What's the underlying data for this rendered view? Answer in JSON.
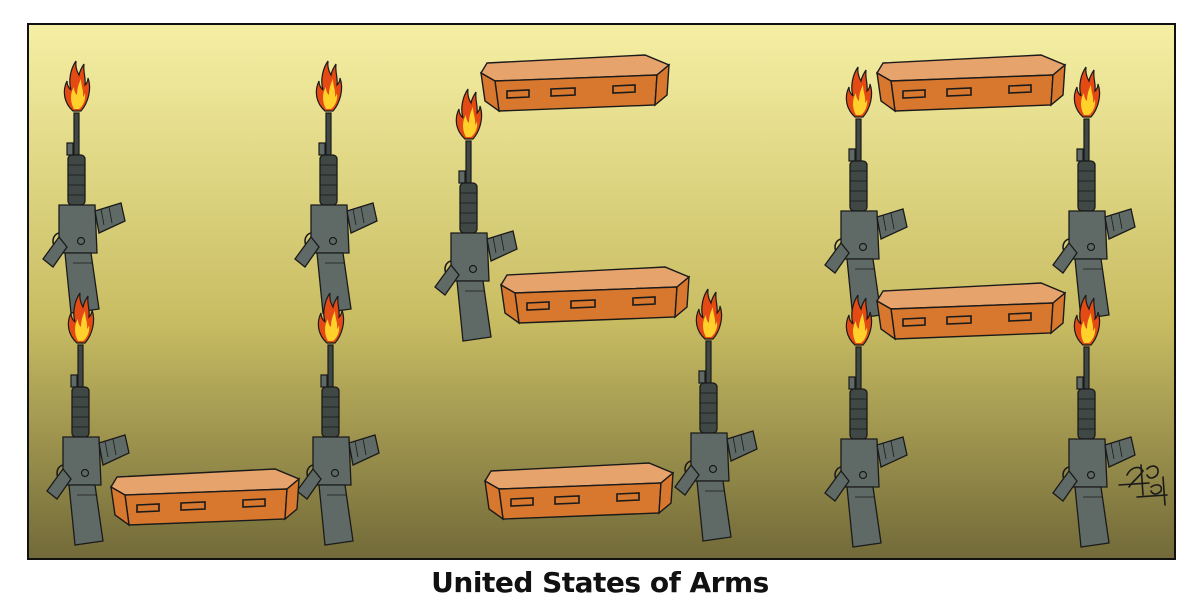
{
  "caption": "United States of Arms",
  "colors": {
    "panel_top": "#f5efa4",
    "panel_mid": "#c9bd63",
    "panel_bottom": "#726a39",
    "rifle_body": "#5f6a66",
    "rifle_dark": "#3f4845",
    "flame_outer": "#e44a14",
    "flame_inner": "#ffd12a",
    "coffin_lid": "#e6a36c",
    "coffin_side": "#d8782e",
    "coffin_handle": "#c9951d",
    "outline": "#1a1a1a"
  },
  "icons": {
    "rifle": "rifle-icon",
    "flame": "muzzle-flame-icon",
    "coffin": "coffin-icon",
    "signature": "artist-signature"
  },
  "letters": [
    "U",
    "S",
    "A"
  ]
}
